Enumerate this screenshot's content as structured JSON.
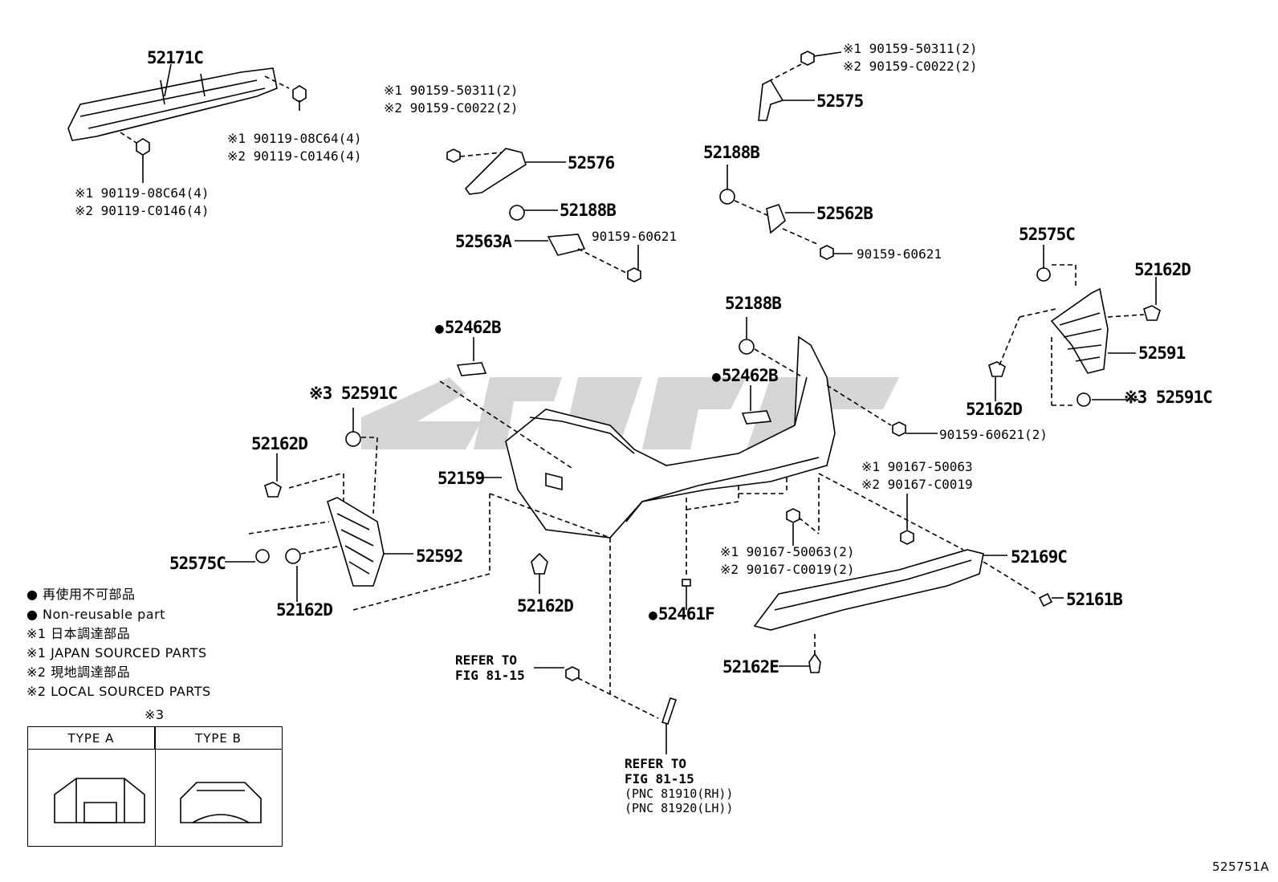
{
  "figure_number": "525751A",
  "legend": {
    "items": [
      "● 再使用不可部品",
      "● Non-reusable part",
      "※1 日本調達部品",
      "※1 JAPAN SOURCED PARTS",
      "※2 現地調達部品",
      "※2 LOCAL SOURCED PARTS"
    ]
  },
  "type_table": {
    "marker": "※3",
    "col_a": "TYPE A",
    "col_b": "TYPE B"
  },
  "parts": {
    "p52171C": "52171C",
    "p90119_a1": "※1 90119-08C64(4)",
    "p90119_a2": "※2 90119-C0146(4)",
    "p90119_b1": "※1 90119-08C64(4)",
    "p90119_b2": "※2 90119-C0146(4)",
    "p90159_a1": "※1 90159-50311(2)",
    "p90159_a2": "※2 90159-C0022(2)",
    "p52576": "52576",
    "p52188B_a": "52188B",
    "p52563A": "52563A",
    "p90159_60621_a": "90159-60621",
    "p90159_b1": "※1 90159-50311(2)",
    "p90159_b2": "※2 90159-C0022(2)",
    "p52575": "52575",
    "p52188B_b": "52188B",
    "p52562B": "52562B",
    "p90159_60621_b": "90159-60621",
    "p52575C_r": "52575C",
    "p52162D_r1": "52162D",
    "p52591": "52591",
    "p52162D_r2": "52162D",
    "p52591C_r": "※3 52591C",
    "p52462B_a": "52462B",
    "p52188B_c": "52188B",
    "p52462B_b": "52462B",
    "p90159_60621_c": "90159-60621(2)",
    "p52591C_l": "※3 52591C",
    "p52162D_l1": "52162D",
    "p52159": "52159",
    "p52592": "52592",
    "p52575C_l": "52575C",
    "p52162D_l2": "52162D",
    "p52162D_c": "52162D",
    "p90167_a1": "※1 90167-50063",
    "p90167_a2": "※2 90167-C0019",
    "p90167_b1": "※1 90167-50063(2)",
    "p90167_b2": "※2 90167-C0019(2)",
    "p52169C": "52169C",
    "p52161B": "52161B",
    "p52461F": "52461F",
    "p52162E": "52162E"
  },
  "refer": {
    "r1_line1": "REFER TO",
    "r1_line2": "FIG 81-15",
    "r2_line1": "REFER TO",
    "r2_line2": "FIG 81-15",
    "r2_line3": "(PNC 81910(RH))",
    "r2_line4": "(PNC 81920(LH))"
  }
}
